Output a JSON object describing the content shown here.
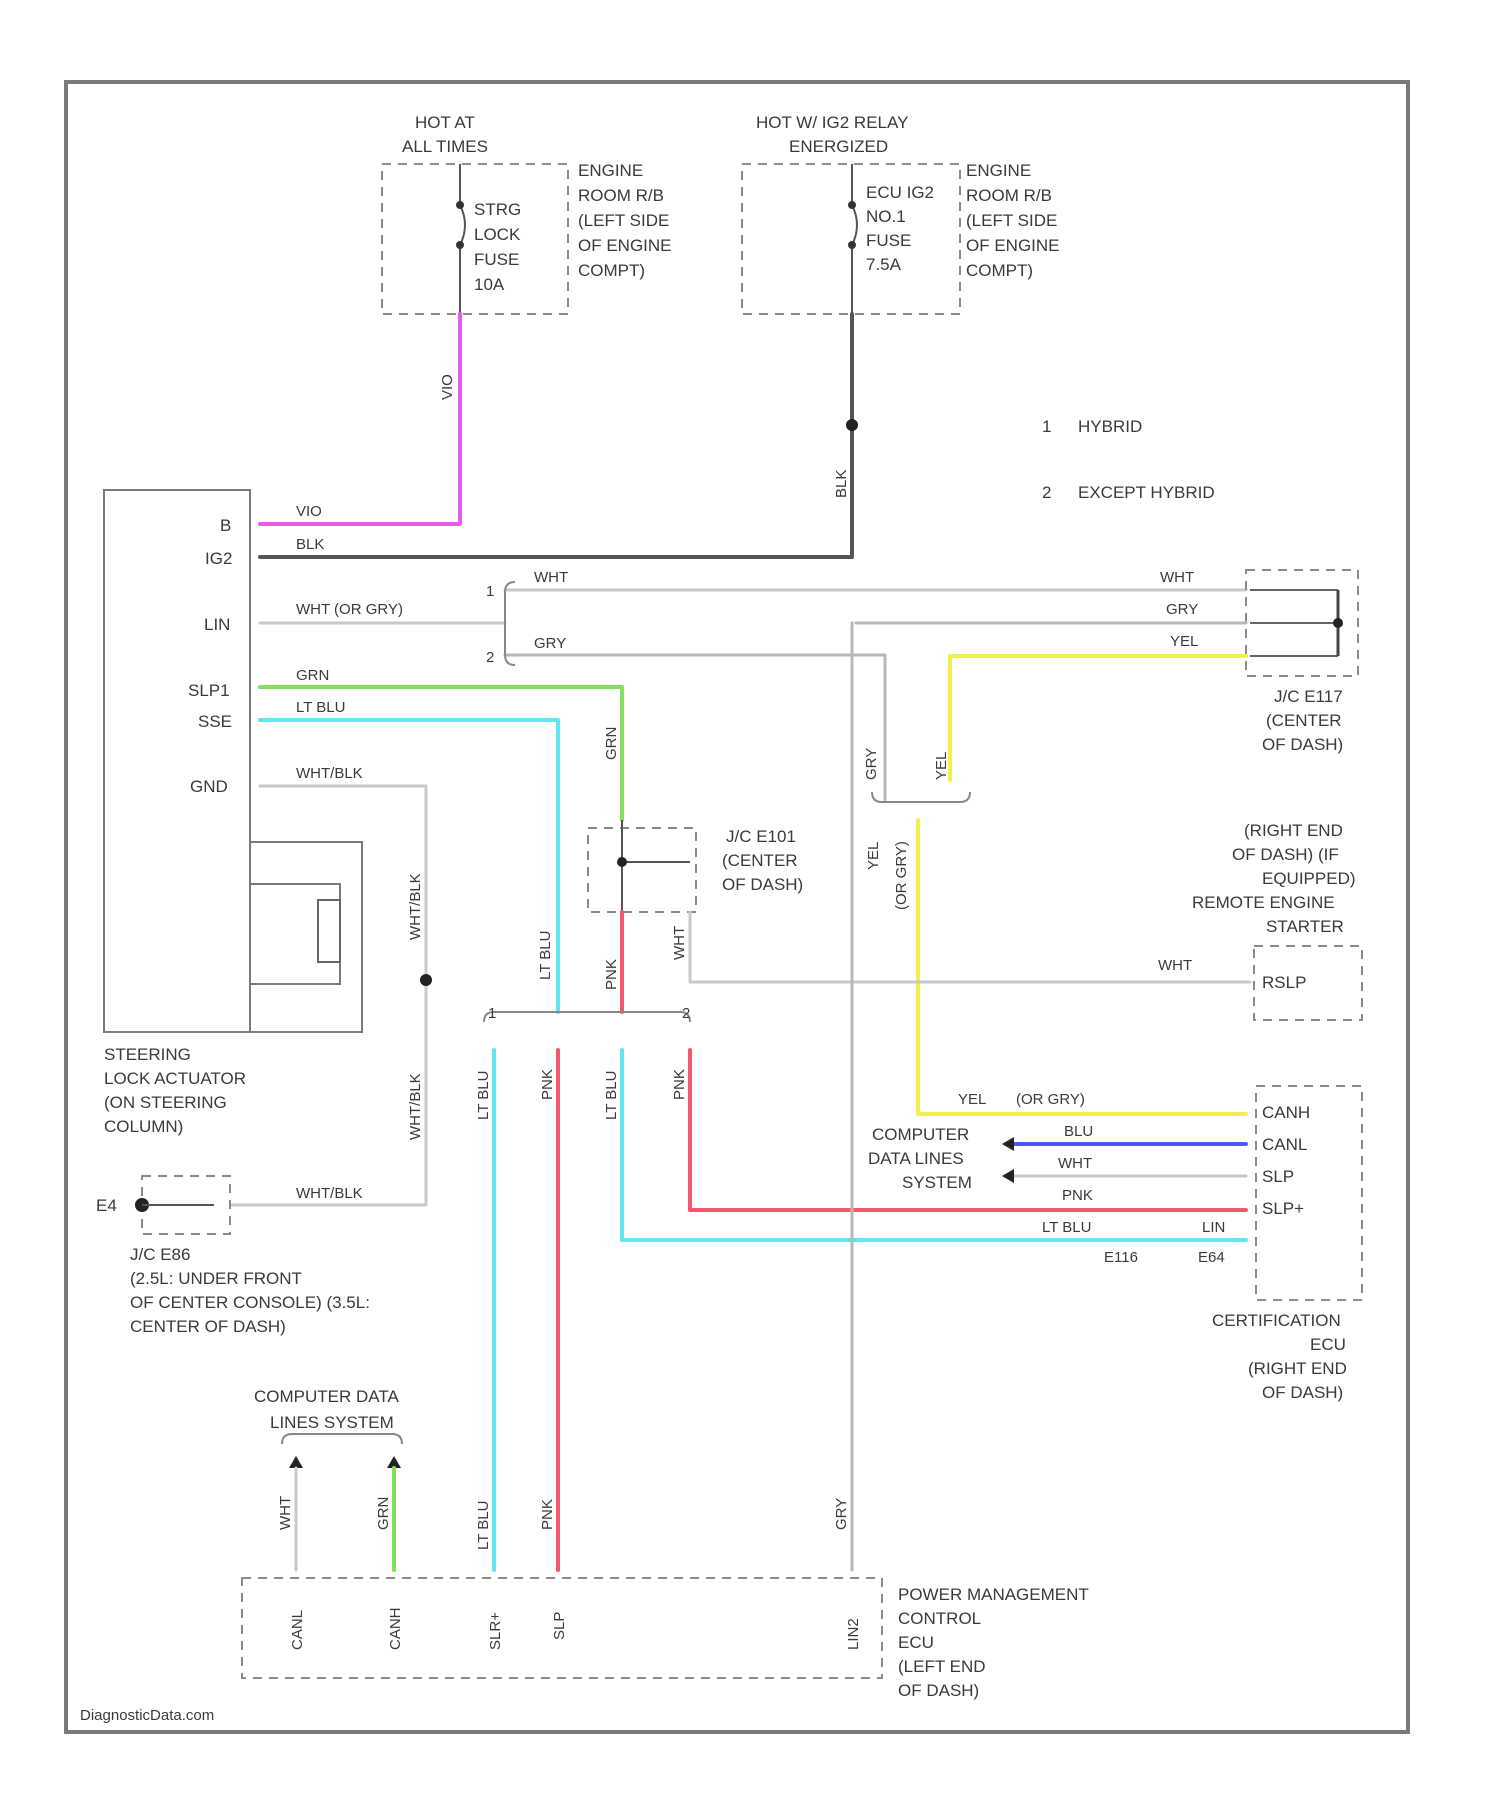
{
  "fuse1": {
    "hot": [
      "HOT AT",
      "ALL TIMES"
    ],
    "name": [
      "STRG",
      "LOCK",
      "FUSE",
      "10A"
    ],
    "location": [
      "ENGINE",
      "ROOM R/B",
      "(LEFT SIDE",
      "OF ENGINE",
      "COMPT)"
    ],
    "wire": "VIO"
  },
  "fuse2": {
    "hot": [
      "HOT W/ IG2 RELAY",
      "ENERGIZED"
    ],
    "name": [
      "ECU IG2",
      "NO.1",
      "FUSE",
      "7.5A"
    ],
    "location": [
      "ENGINE",
      "ROOM R/B",
      "(LEFT SIDE",
      "OF ENGINE",
      "COMPT)"
    ],
    "wire": "BLK"
  },
  "legend": [
    {
      "num": "1",
      "text": "HYBRID"
    },
    {
      "num": "2",
      "text": "EXCEPT HYBRID"
    }
  ],
  "steering_lock": {
    "pins": [
      "B",
      "IG2",
      "LIN",
      "SLP1",
      "SSE",
      "GND"
    ],
    "wires": [
      "VIO",
      "BLK",
      "WHT (OR GRY)",
      "GRN",
      "LT BLU",
      "WHT/BLK"
    ],
    "label": [
      "STEERING",
      "LOCK ACTUATOR",
      "(ON STEERING",
      "COLUMN)"
    ]
  },
  "wire_colors": {
    "wht": "WHT",
    "gry": "GRY",
    "yel": "YEL",
    "grn": "GRN",
    "ltblu": "LT BLU",
    "pnk": "PNK",
    "blk": "BLK",
    "whtblk": "WHT/BLK",
    "yel_or_gry": "(OR GRY)"
  },
  "jc_e117": [
    "J/C E117",
    "(CENTER",
    "OF DASH)"
  ],
  "jc_e101": [
    "J/C E101",
    "(CENTER",
    "OF DASH)"
  ],
  "jc_e86": [
    "J/C E86",
    "(2.5L: UNDER FRONT",
    "OF CENTER CONSOLE) (3.5L:",
    "CENTER OF DASH)"
  ],
  "ground": "E4",
  "remote_starter": {
    "label": [
      "(RIGHT END",
      "OF DASH) (IF",
      "EQUIPPED)",
      "REMOTE ENGINE",
      "STARTER"
    ],
    "pin": "RSLP",
    "wire": "WHT"
  },
  "cert_ecu": {
    "pins": [
      "CANH",
      "CANL",
      "SLP",
      "SLP+",
      "LIN"
    ],
    "wires": [
      "YEL",
      "BLU",
      "WHT",
      "PNK",
      "LT BLU"
    ],
    "label": [
      "CERTIFICATION",
      "ECU",
      "(RIGHT END",
      "OF DASH)"
    ],
    "connectors": [
      "E116",
      "E64"
    ],
    "computer_data": [
      "COMPUTER",
      "DATA LINES",
      "SYSTEM"
    ]
  },
  "pm_ecu": {
    "pins": [
      "CANL",
      "CANH",
      "SLR+",
      "SLP",
      "LIN2"
    ],
    "wires": [
      "WHT",
      "GRN",
      "LT BLU",
      "PNK",
      "GRY"
    ],
    "label": [
      "POWER MANAGEMENT",
      "CONTROL",
      "ECU",
      "(LEFT END",
      "OF DASH)"
    ],
    "computer_data": [
      "COMPUTER DATA",
      "LINES SYSTEM"
    ]
  },
  "colors": {
    "vio": "#e85ae8",
    "blk": "#555555",
    "wht": "#c9c9c9",
    "gry": "#b8b8b8",
    "yel": "#f2f04a",
    "grn": "#84e05c",
    "ltblu": "#5fe6ef",
    "pnk": "#f1586e",
    "blu": "#4a58f0"
  },
  "watermark": "DiagnosticData.com"
}
